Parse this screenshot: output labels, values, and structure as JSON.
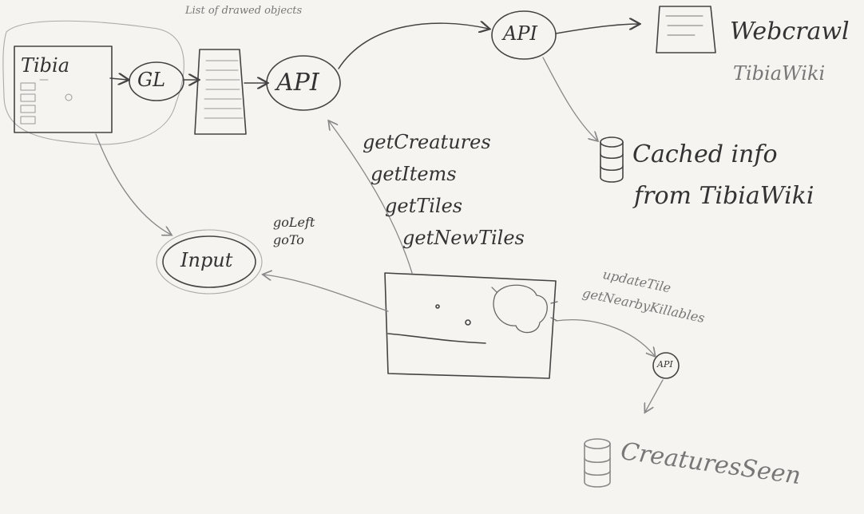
{
  "nodes": {
    "tibia": "Tibia",
    "gl": "GL",
    "drawn_list_caption": "List of drawed objects",
    "api_local": "API",
    "api_remote": "API",
    "webcrawl_line1": "Webcrawl",
    "webcrawl_line2": "TibiaWiki",
    "cached_line1": "Cached info",
    "cached_line2": "from TibiaWiki",
    "input": "Input",
    "api_small": "API",
    "creatures_seen": "CreaturesSeen"
  },
  "labels": {
    "api_calls": [
      "getCreatures",
      "getItems",
      "getTiles",
      "getNewTiles"
    ],
    "input_calls": [
      "goLeft",
      "goTo"
    ],
    "update_calls": [
      "updateTile",
      "getNearbyKillables"
    ]
  }
}
